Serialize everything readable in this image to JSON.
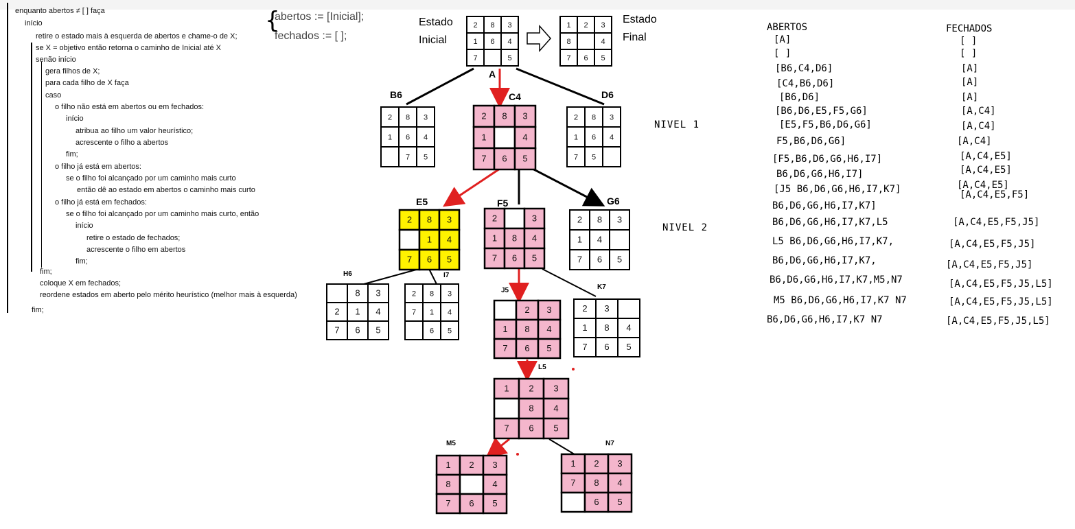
{
  "algorithm": {
    "lines": [
      "enquanto abertos ≠ [ ] faça",
      "início",
      "retire o estado mais à esquerda de abertos e chame-o de X;",
      "se X = objetivo então retorna o caminho de Inicial até X",
      "senão início",
      "gera filhos de X;",
      "para cada filho de X faça",
      "caso",
      "o filho não está em abertos ou em fechados:",
      "início",
      "atribua ao filho um valor heurístico;",
      "acrescente o filho a abertos",
      "fim;",
      "o filho já está em abertos:",
      "se o filho foi alcançado por um caminho mais curto",
      "então dê ao estado em abertos o caminho mais curto",
      "o filho já está em fechados:",
      "se o filho foi alcançado por um caminho mais curto, então",
      "início",
      "retire o estado de fechados;",
      "acrescente o filho em abertos",
      "fim;",
      "fim;",
      "coloque X em fechados;",
      "reordene estados em aberto pelo mérito heurístico (melhor mais à esquerda)",
      "fim;"
    ],
    "init_abertos": "abertos := [Inicial];",
    "init_fechados": "fechados := [ ];"
  },
  "header": {
    "estado_inicial_1": "Estado",
    "estado_inicial_2": "Inicial",
    "estado_final_1": "Estado",
    "estado_final_2": "Final"
  },
  "levels": {
    "nivel1": "NIVEL 1",
    "nivel2": "NIVEL 2"
  },
  "colors": {
    "pink": "#f4b6cc",
    "yellow": "#fff200",
    "red": "#e02020"
  },
  "puzzles": [
    {
      "id": "inicial",
      "label": "",
      "cells": [
        "2",
        "8",
        "3",
        "1",
        "6",
        "4",
        "7",
        "",
        "5"
      ],
      "highlight": "none"
    },
    {
      "id": "final",
      "label": "",
      "cells": [
        "1",
        "2",
        "3",
        "8",
        "",
        "4",
        "7",
        "6",
        "5"
      ],
      "highlight": "none"
    },
    {
      "id": "A",
      "label": "A",
      "cells": [],
      "highlight": "none"
    },
    {
      "id": "B6",
      "label": "B6",
      "cells": [
        "2",
        "8",
        "3",
        "1",
        "6",
        "4",
        "",
        "7",
        "5"
      ],
      "highlight": "none"
    },
    {
      "id": "C4",
      "label": "C4",
      "cells": [
        "2",
        "8",
        "3",
        "1",
        "",
        "4",
        "7",
        "6",
        "5"
      ],
      "highlight": "pink"
    },
    {
      "id": "D6",
      "label": "D6",
      "cells": [
        "2",
        "8",
        "3",
        "1",
        "6",
        "4",
        "7",
        "5",
        ""
      ],
      "highlight": "none"
    },
    {
      "id": "E5",
      "label": "E5",
      "cells": [
        "2",
        "8",
        "3",
        "",
        "1",
        "4",
        "7",
        "6",
        "5"
      ],
      "highlight": "yellow"
    },
    {
      "id": "F5",
      "label": "F5",
      "cells": [
        "2",
        "",
        "3",
        "1",
        "8",
        "4",
        "7",
        "6",
        "5"
      ],
      "highlight": "pink"
    },
    {
      "id": "G6",
      "label": "G6",
      "cells": [
        "2",
        "8",
        "3",
        "1",
        "4",
        "",
        "7",
        "6",
        "5"
      ],
      "highlight": "none"
    },
    {
      "id": "H6",
      "label": "H6",
      "cells": [
        "",
        "8",
        "3",
        "2",
        "1",
        "4",
        "7",
        "6",
        "5"
      ],
      "highlight": "none"
    },
    {
      "id": "I7",
      "label": "I7",
      "cells": [
        "2",
        "8",
        "3",
        "7",
        "1",
        "4",
        "",
        "6",
        "5"
      ],
      "highlight": "none"
    },
    {
      "id": "J5",
      "label": "J5",
      "cells": [
        "",
        "2",
        "3",
        "1",
        "8",
        "4",
        "7",
        "6",
        "5"
      ],
      "highlight": "pink"
    },
    {
      "id": "K7",
      "label": "K7",
      "cells": [
        "2",
        "3",
        "",
        "1",
        "8",
        "4",
        "7",
        "6",
        "5"
      ],
      "highlight": "none"
    },
    {
      "id": "L5",
      "label": "L5",
      "cells": [
        "1",
        "2",
        "3",
        "",
        "8",
        "4",
        "7",
        "6",
        "5"
      ],
      "highlight": "pink"
    },
    {
      "id": "M5",
      "label": "M5",
      "cells": [
        "1",
        "2",
        "3",
        "8",
        "",
        "4",
        "7",
        "6",
        "5"
      ],
      "highlight": "pink"
    },
    {
      "id": "N7",
      "label": "N7",
      "cells": [
        "1",
        "2",
        "3",
        "7",
        "8",
        "4",
        "",
        "6",
        "5"
      ],
      "highlight": "pink"
    }
  ],
  "abertos": {
    "title": "ABERTOS",
    "rows": [
      "[A]",
      "[ ]",
      "[B6,C4,D6]",
      "[C4,B6,D6]",
      "[B6,D6]",
      "[B6,D6,E5,F5,G6]",
      "[E5,F5,B6,D6,G6]",
      "F5,B6,D6,G6]",
      "[F5,B6,D6,G6,H6,I7]",
      "B6,D6,G6,H6,I7]",
      "[J5 B6,D6,G6,H6,I7,K7]",
      "B6,D6,G6,H6,I7,K7]",
      "B6,D6,G6,H6,I7,K7,L5",
      "L5 B6,D6,G6,H6,I7,K7,",
      "B6,D6,G6,H6,I7,K7,",
      "B6,D6,G6,H6,I7,K7,M5,N7",
      "M5 B6,D6,G6,H6,I7,K7 N7",
      "B6,D6,G6,H6,I7,K7 N7"
    ]
  },
  "fechados": {
    "title": "FECHADOS",
    "rows": [
      "[ ]",
      "[ ]",
      "[A]",
      "[A]",
      "[A]",
      "[A,C4]",
      "[A,C4]",
      "[A,C4]",
      "[A,C4,E5]",
      "[A,C4,E5]",
      "[A,C4,E5]",
      "[A,C4,E5,F5]",
      "[A,C4,E5,F5,J5]",
      "[A,C4,E5,F5,J5]",
      "[A,C4,E5,F5,J5]",
      "[A,C4,E5,F5,J5,L5]",
      "[A,C4,E5,F5,J5,L5]",
      "[A,C4,E5,F5,J5,L5]"
    ]
  }
}
